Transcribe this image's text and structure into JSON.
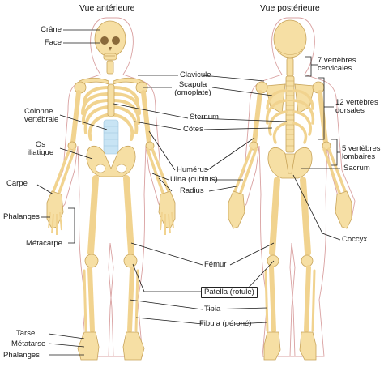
{
  "views": {
    "anterior_title": "Vue antérieure",
    "posterior_title": "Vue postérieure"
  },
  "labels": {
    "crane": "Crâne",
    "face": "Face",
    "colonne_1": "Colonne",
    "colonne_2": "vertébrale",
    "os_iliaque_1": "Os",
    "os_iliaque_2": "iliatique",
    "carpe": "Carpe",
    "phalanges_main": "Phalanges",
    "metacarpe": "Métacarpe",
    "tarse": "Tarse",
    "metatarse": "Métatarse",
    "phalanges_pied": "Phalanges",
    "clavicule": "Clavicule",
    "scapula_1": "Scapula",
    "scapula_2": "(omoplate)",
    "sternum": "Sternum",
    "cotes": "Côtes",
    "humerus": "Humérus",
    "ulna": "Ulna (cubitus)",
    "radius": "Radius",
    "femur": "Fémur",
    "patella": "Patella (rotule)",
    "tibia": "Tibia",
    "fibula": "Fibula (péroné)",
    "cervicales_1": "7 vertèbres",
    "cervicales_2": "cervicales",
    "dorsales_1": "12 vertèbres",
    "dorsales_2": "dorsales",
    "lombaires_1": "5 vertèbres",
    "lombaires_2": "lombaires",
    "sacrum": "Sacrum",
    "coccyx": "Coccyx"
  },
  "colors": {
    "bone": "#f6dfa4",
    "bone_stroke": "#c8a45a",
    "body_outline": "#d9a0a0",
    "cartilage": "#c8e4f4",
    "leader": "#1a1a1a",
    "bracket": "#e08080"
  }
}
